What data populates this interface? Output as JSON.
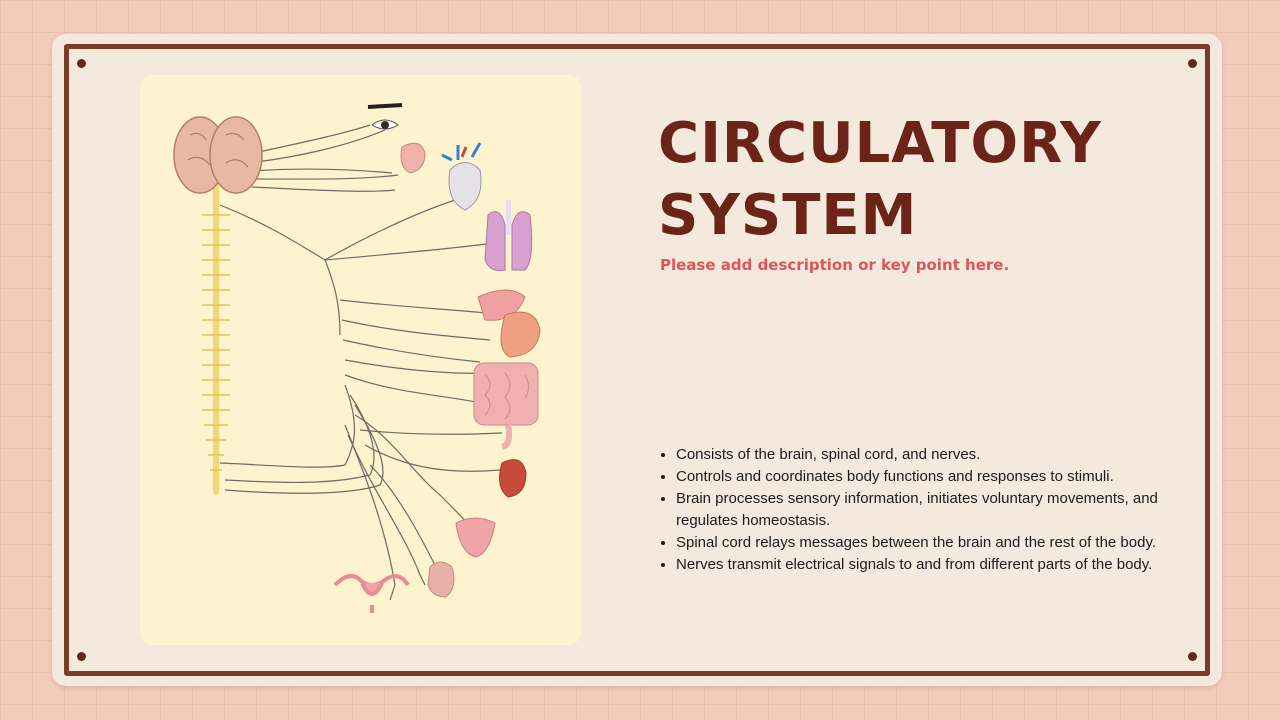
{
  "slide": {
    "title": "CIRCULATORY SYSTEM",
    "subtitle": "Please add description or key point here.",
    "bullets": [
      "Consists of the brain, spinal cord, and nerves.",
      "Controls and coordinates body functions and responses to stimuli.",
      "Brain processes sensory information, initiates voluntary movements, and regulates homeostasis.",
      "Spinal cord relays messages between the brain and the rest of the body.",
      "Nerves transmit electrical signals to and from different parts of the body."
    ]
  },
  "illustration": {
    "subject": "nervous system diagram with brain, spinal cord and nerves to organs",
    "organs": [
      "eye-icon",
      "nose-icon",
      "heart-icon",
      "lungs-icon",
      "liver-icon",
      "stomach-icon",
      "intestines-icon",
      "kidney-icon",
      "bladder-icon",
      "uterus-icon",
      "genitals-icon"
    ]
  },
  "colors": {
    "background": "#f2cdbd",
    "board": "#f3e9dc",
    "frame": "#7a3b28",
    "title": "#6b2417",
    "subtitle": "#e0545a",
    "panel": "#fdf3cf"
  }
}
